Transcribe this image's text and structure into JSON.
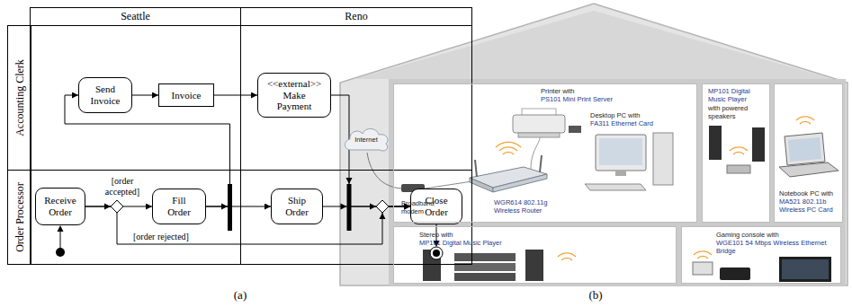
{
  "diagram": {
    "nodes": [
      {
        "text": [
          "Seattle"
        ]
      },
      {
        "text": [
          "Reno"
        ]
      },
      {
        "text": [
          "Accounting Clerk"
        ]
      },
      {
        "text": [
          "Order Processor"
        ]
      },
      {
        "text": [
          "Send Invoice"
        ],
        "in": 0
      },
      {
        "text": [
          "Invoice"
        ],
        "in": 0
      },
      {
        "text": [
          "<<external>>",
          "Make Payment"
        ],
        "in": 1
      },
      {
        "text": [
          "Receive Order"
        ],
        "in": 0
      },
      {
        "text": [
          "Fill Order"
        ],
        "in": 0
      },
      {
        "text": [
          "Ship Order"
        ],
        "in": 1
      },
      {
        "text": [
          "Close Order"
        ],
        "in": 1
      },
      {
        "text": [
          "Internet"
        ]
      },
      {
        "text": [
          "Printer with",
          "PS101 Mini Print Server",
          "Desktop PC with",
          "FA311 Ethernet Card",
          "WGR614 802.11g Wireless Router",
          "Broadband modem"
        ]
      },
      {
        "text": [
          "MP101 Digital Music Player",
          "with powered speakers"
        ]
      },
      {
        "text": [
          "Notebook PC with",
          "MA521 802.11b Wireless PC Card"
        ]
      },
      {
        "text": [
          "Stereo with",
          "MP101 Digital Music Player"
        ]
      },
      {
        "text": [
          "Gaming console with",
          "WGE101 54 Mbps Wireless Ethernet Bridge"
        ]
      }
    ],
    "edges": [
      {
        "from": 4,
        "to": 5,
        "arrow": "to"
      },
      {
        "from": 5,
        "to": 6,
        "arrow": "to"
      },
      {
        "from": 7,
        "to": 8,
        "label": "[order accepted]",
        "arrow": "to"
      },
      {
        "from": 7,
        "to": 10,
        "label": "[order rejected]",
        "arrow": "to"
      },
      {
        "from": 8,
        "to": 4,
        "arrow": "to"
      },
      {
        "from": 8,
        "to": 9,
        "arrow": "to"
      },
      {
        "from": 9,
        "to": 10,
        "arrow": "to"
      },
      {
        "from": 6,
        "to": 10,
        "arrow": "to"
      }
    ],
    "labels": [
      "(a)",
      "(b)"
    ]
  }
}
